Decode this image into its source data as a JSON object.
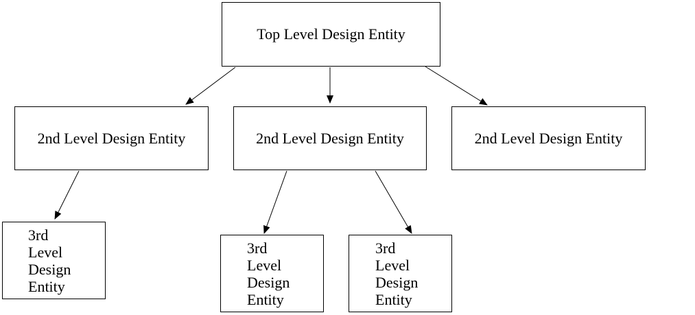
{
  "nodes": {
    "top": "Top Level Design Entity",
    "level2_a": "2nd Level Design Entity",
    "level2_b": "2nd Level Design Entity",
    "level2_c": "2nd Level Design Entity",
    "level3_a": "3rd Level Design Entity",
    "level3_b": "3rd Level Design Entity",
    "level3_c": "3rd Level Design Entity"
  },
  "edges": [
    {
      "from": "top",
      "to": "level2_a"
    },
    {
      "from": "top",
      "to": "level2_b"
    },
    {
      "from": "top",
      "to": "level2_c"
    },
    {
      "from": "level2_a",
      "to": "level3_a"
    },
    {
      "from": "level2_b",
      "to": "level3_b"
    },
    {
      "from": "level2_b",
      "to": "level3_c"
    }
  ]
}
